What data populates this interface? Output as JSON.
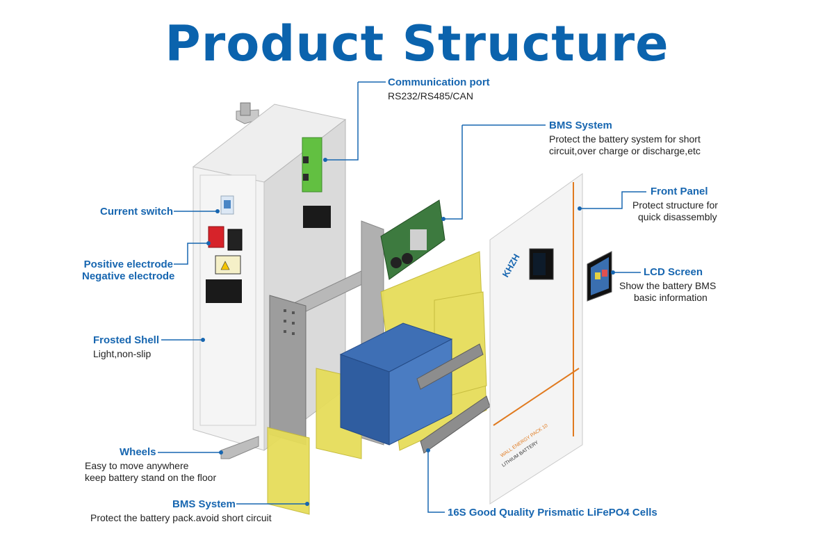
{
  "title": "Product Structure",
  "colors": {
    "accent_blue": "#1766b0",
    "title_blue": "#0b63ad",
    "orange": "#e07a1f",
    "yellow": "#e6dd5a",
    "cell_blue": "#3e6fb5"
  },
  "callouts": {
    "comm_port": {
      "label": "Communication port",
      "desc": "RS232/RS485/CAN"
    },
    "bms_top": {
      "label": "BMS System",
      "desc1": "Protect the battery system for short",
      "desc2": "circuit,over charge or discharge,etc"
    },
    "front_panel": {
      "label": "Front Panel",
      "desc1": "Protect structure for",
      "desc2": "quick disassembly"
    },
    "lcd": {
      "label": "LCD Screen",
      "desc1": "Show the battery BMS",
      "desc2": "basic information"
    },
    "current_switch": {
      "label": "Current switch"
    },
    "electrode": {
      "label1": "Positive electrode",
      "label2": "Negative electrode"
    },
    "shell": {
      "label": "Frosted Shell",
      "desc": "Light,non-slip"
    },
    "wheels": {
      "label": "Wheels",
      "desc1": "Easy to move anywhere",
      "desc2": "keep battery stand on the floor"
    },
    "bms_bottom": {
      "label": "BMS System",
      "desc": "Protect the battery pack.avoid short circuit"
    },
    "cells": {
      "label": "16S Good Quality Prismatic LiFePO4 Cells"
    }
  },
  "panel_text": {
    "logo": "KHZH",
    "brand": "WALL ENERGY PACK 10",
    "sub": "LITHIUM BATTERY"
  }
}
